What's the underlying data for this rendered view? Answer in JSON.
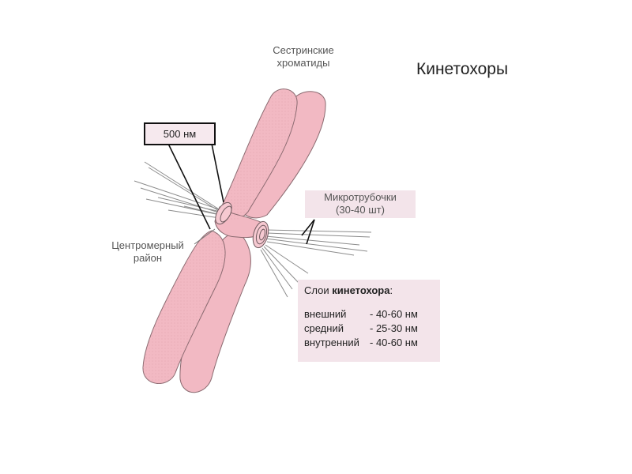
{
  "title": "Кинетохоры",
  "labels": {
    "sister_chromatids_line1": "Сестринские",
    "sister_chromatids_line2": "хроматиды",
    "scale": "500 нм",
    "microtubules_line1": "Микротрубочки",
    "microtubules_line2": "(30-40 шт)",
    "centromere_line1": "Центромерный",
    "centromere_line2": "район"
  },
  "layers": {
    "heading_prefix": "Слои ",
    "heading_bold": "кинетохора",
    "heading_suffix": ":",
    "rows": [
      {
        "name": "внешний",
        "value": "- 40-60 нм"
      },
      {
        "name": "средний",
        "value": "- 25-30 нм"
      },
      {
        "name": "внутренний",
        "value": "- 40-60 нм"
      }
    ]
  },
  "colors": {
    "chromatid_fill": "#f2b9c3",
    "chromatid_stroke": "#8a6a70",
    "label_box_bg": "#f3e4ea"
  }
}
